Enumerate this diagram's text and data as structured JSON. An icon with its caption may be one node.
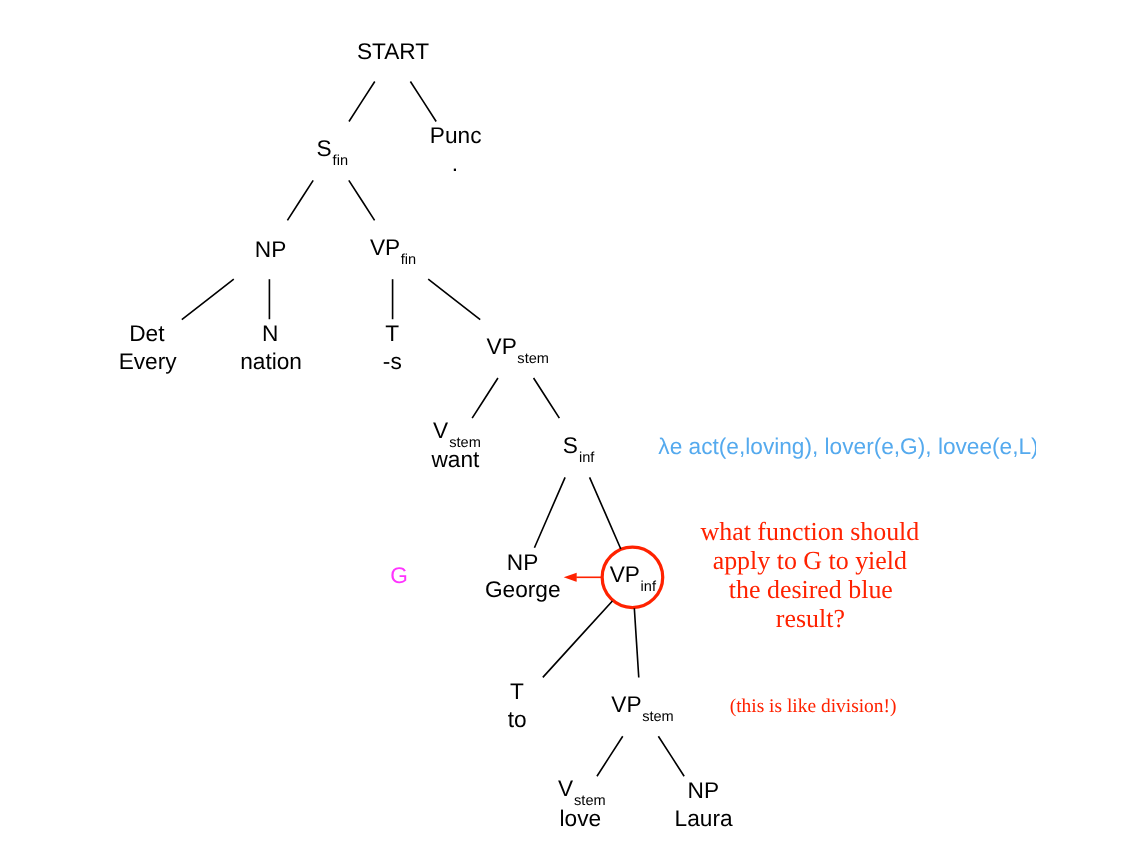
{
  "diagram": {
    "nodes": [
      {
        "text": [
          "START"
        ]
      },
      {
        "text": [
          "S$_{fin}$"
        ]
      },
      {
        "text": [
          "Punc",
          "."
        ]
      },
      {
        "text": [
          "NP"
        ]
      },
      {
        "text": [
          "VP$_{fin}$"
        ]
      },
      {
        "text": [
          "Det",
          "Every"
        ]
      },
      {
        "text": [
          "N",
          "nation"
        ]
      },
      {
        "text": [
          "T",
          "-s"
        ]
      },
      {
        "text": [
          "VP$_{stem}$"
        ]
      },
      {
        "text": [
          "V$_{stem}$",
          "want"
        ]
      },
      {
        "text": [
          "S$_{inf}$"
        ],
        "beside": [
          "λe act(e,loving), lover(e,G), lovee(e,L)"
        ]
      },
      {
        "text": [
          "NP",
          "George"
        ],
        "beside": [
          "G"
        ]
      },
      {
        "text": [
          "VP$_{inf}$"
        ]
      },
      {
        "text": [
          "T",
          "to"
        ]
      },
      {
        "text": [
          "VP$_{stem}$"
        ]
      },
      {
        "text": [
          "V$_{stem}$",
          "love"
        ]
      },
      {
        "text": [
          "NP",
          "Laura"
        ]
      }
    ],
    "edges": [
      {
        "from": 0,
        "to": 1,
        "arrow": "none"
      },
      {
        "from": 0,
        "to": 2,
        "arrow": "none"
      },
      {
        "from": 1,
        "to": 3,
        "arrow": "none"
      },
      {
        "from": 1,
        "to": 4,
        "arrow": "none"
      },
      {
        "from": 3,
        "to": 5,
        "arrow": "none"
      },
      {
        "from": 3,
        "to": 6,
        "arrow": "none"
      },
      {
        "from": 4,
        "to": 7,
        "arrow": "none"
      },
      {
        "from": 4,
        "to": 8,
        "arrow": "none"
      },
      {
        "from": 8,
        "to": 9,
        "arrow": "none"
      },
      {
        "from": 8,
        "to": 10,
        "arrow": "none"
      },
      {
        "from": 10,
        "to": 11,
        "arrow": "none"
      },
      {
        "from": 10,
        "to": 12,
        "arrow": "none"
      },
      {
        "from": 12,
        "to": 11,
        "arrow": "to",
        "color": "#ff2200"
      },
      {
        "from": 12,
        "to": 13,
        "arrow": "none"
      },
      {
        "from": 12,
        "to": 14,
        "arrow": "none"
      },
      {
        "from": 14,
        "to": 15,
        "arrow": "none"
      },
      {
        "from": 14,
        "to": 16,
        "arrow": "none"
      }
    ],
    "labels": [
      "what function should apply to G to yield the desired blue result?",
      "(this is like division!)"
    ]
  }
}
